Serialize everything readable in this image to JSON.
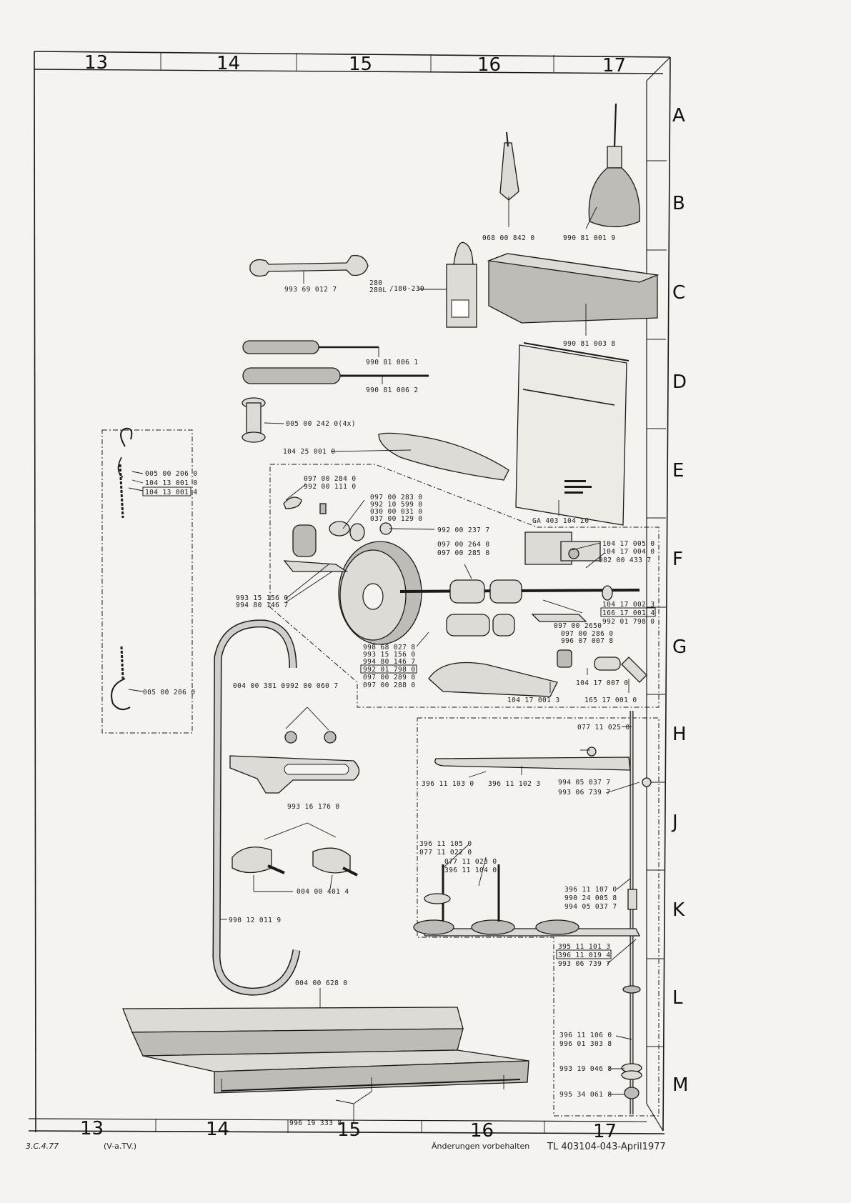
{
  "columns": [
    "13",
    "14",
    "15",
    "16",
    "17"
  ],
  "rows": [
    "A",
    "B",
    "C",
    "D",
    "E",
    "F",
    "G",
    "H",
    "J",
    "K",
    "L",
    "M"
  ],
  "footer": {
    "left_note": "3.C.4.77",
    "left_note2": "(V-a.TV.)",
    "center_note": "Änderungen vorbehalten",
    "doc_ref": "TL 403104-043-April1977"
  },
  "labels": {
    "wrench": "993 69 012 7",
    "oiler_tip": "068 00 842 0",
    "oil_can": "990 81 001 9",
    "bulb_a": "280",
    "bulb_b": "280L",
    "bulb_c": "/180-230",
    "tin_box": "990 81 003 8",
    "screwdriver_small": "990 81 006 1",
    "screwdriver_large": "990 81 006 2",
    "bobbin": "005 00 242 0(4x)",
    "cloth": "104 25 001 0",
    "manual": "GA 403 104 Σ0",
    "chain_a": "005 00 206 0",
    "chain_b": "104 13 001 0",
    "chain_c": "104 13 001 4",
    "chain_d": "005 00 206 0",
    "w_097_284": "097 00 284 0",
    "w_992_111": "992 00 111 0",
    "w_097_283": "097 00 283 0",
    "w_992_599": "992 10 599 0",
    "w_030_031": "030 00 031 0",
    "w_037_129": "037 00 129 0",
    "w_992_237": "992 00 237 7",
    "w_097_264": "097 00 264 0",
    "w_097_285": "097 00 285 0",
    "w_104_005": "104 17 005 0",
    "w_104_004": "104 17 004 0",
    "w_982_433": "982 00 433 7",
    "w_104_002": "104 17 002 3",
    "w_166_001": "166 17 001 4",
    "w_992_798": "992 01 798 0",
    "w_097_2650": "097 00 2650",
    "w_097_286": "097 00 286 0",
    "w_996_007": "996 07 007 8",
    "w_993_156": "993 15 156 0",
    "w_994_146": "994 80 146 7",
    "w_998_027": "998 68 027 8",
    "w_993_156b": "993 15 156 0",
    "w_994_146b": "994 80 146 7",
    "w_992_798b": "992 01 798 0",
    "w_097_289": "097 00 289 0",
    "w_097_288": "097 00 288 0",
    "w_104_007": "104 17 007 0",
    "w_104_001": "104 17 001 3",
    "w_165_001": "165 17 001 0",
    "belt_a": "004 00 381 0",
    "belt_b": "992 00 060 7",
    "clamp": "993 16 176 0",
    "block": "004 00 401 4",
    "belt_long": "990 12 011 9",
    "base_part": "004 00 628 0",
    "base_screws": "996 19 333 8",
    "h_077_025": "077 11 025 0",
    "h_396_103": "396 11 103 0",
    "h_396_102": "396 11 102 3",
    "h_994_037": "994 05 037 7",
    "h_993_739": "993 06 739 7",
    "h_396_105": "396 11 105 0",
    "h_077_022": "077 11 022 0",
    "h_077_023": "077 11 023 0",
    "h_396_104": "396 11 104 0",
    "h_396_107": "396 11 107 0",
    "h_990_005": "990 24 005 8",
    "h_994_037b": "994 05 037 7",
    "h_395_101": "395 11 101 3",
    "h_396_019": "396 11 019 4",
    "h_993_739b": "993 06 739 7",
    "h_396_106": "396 11 106 0",
    "h_996_303": "996 01 303 8",
    "h_993_046": "993 19 046 8",
    "h_995_061": "995 34 061 8"
  }
}
